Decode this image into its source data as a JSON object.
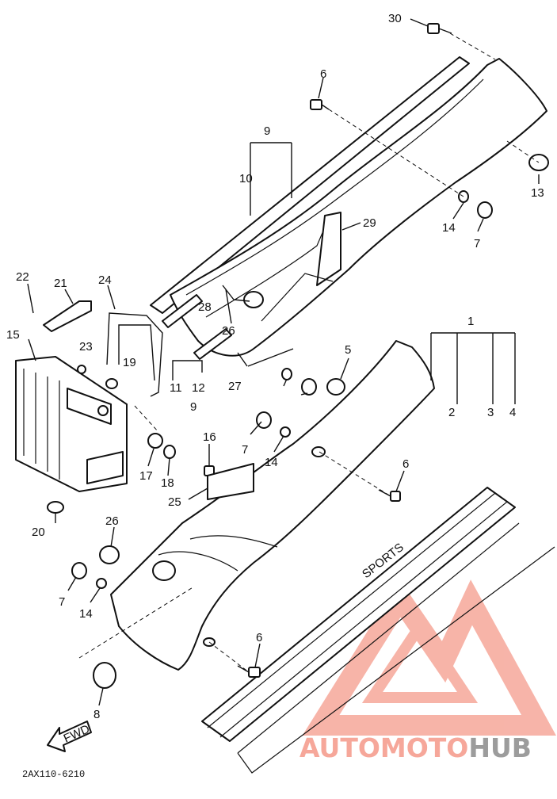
{
  "diagram": {
    "part_code": "2AX110-6210",
    "decal_text": "SPORTS",
    "fwd_label": "FWD",
    "callouts": [
      "30",
      "6",
      "9",
      "10",
      "29",
      "13",
      "14",
      "7",
      "22",
      "21",
      "24",
      "15",
      "23",
      "19",
      "28",
      "26",
      "11",
      "12",
      "27",
      "5",
      "9",
      "1",
      "2",
      "3",
      "4",
      "16",
      "17",
      "18",
      "20",
      "7",
      "14",
      "6",
      "25",
      "26",
      "7",
      "14",
      "6",
      "8"
    ]
  },
  "watermark": {
    "part1": "AUTOMOTO",
    "part2": "HUB",
    "color_primary": "#f6a79a",
    "color_secondary": "#9c9c9c"
  }
}
